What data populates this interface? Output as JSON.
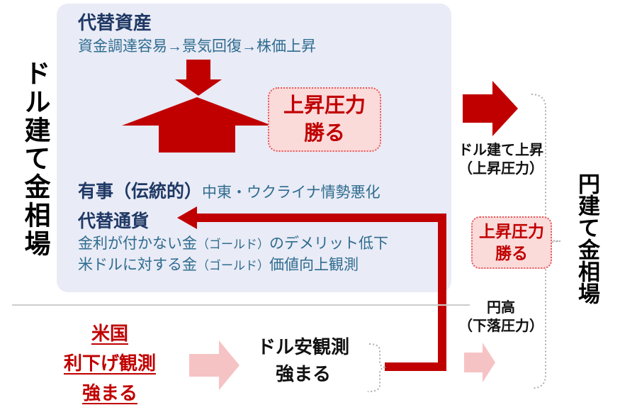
{
  "labels": {
    "left_market": "ドル建て金相場",
    "right_market": "円建て金相場"
  },
  "main_box": {
    "alt_asset_title": "代替資産",
    "alt_asset_desc": "資金調達容易→景気回復→株価上昇",
    "crisis_title": "有事（伝統的）",
    "crisis_desc": "中東・ウクライナ情勢悪化",
    "alt_currency_title": "代替通貨",
    "alt_currency_line1": {
      "a": "金利が付かない金",
      "b": "（ゴールド）",
      "c": "のデメリット低下"
    },
    "alt_currency_line2": {
      "a": "米ドルに対する金",
      "b": "（ゴールド）",
      "c": "価値向上観測"
    }
  },
  "badges": {
    "main": {
      "line1": "上昇圧力",
      "line2": "勝る"
    },
    "right": {
      "line1": "上昇圧力",
      "line2": "勝る"
    }
  },
  "right_column": {
    "dollar_rise_line1": "ドル建て上昇",
    "dollar_rise_line2": "（上昇圧力）",
    "yen_high_line1": "円高",
    "yen_high_line2": "（下落圧力）"
  },
  "bottom": {
    "us_line1": "米国",
    "us_line2": "利下げ観測",
    "us_line3": "強まる",
    "dollar_weak_line1": "ドル安観測",
    "dollar_weak_line2": "強まる"
  },
  "palette": {
    "box_bg": "#E9EBF6",
    "navy_text": "#1F3864",
    "steel_blue_text": "#2E6C8F",
    "dark_red": "#C00000",
    "pink_arrow": "#F6C3C4",
    "badge_bg": "#FBDADA",
    "badge_border": "#E4595B",
    "dotted_brace_gray": "#ADADAD",
    "divider_gray": "#CDCDCD"
  }
}
